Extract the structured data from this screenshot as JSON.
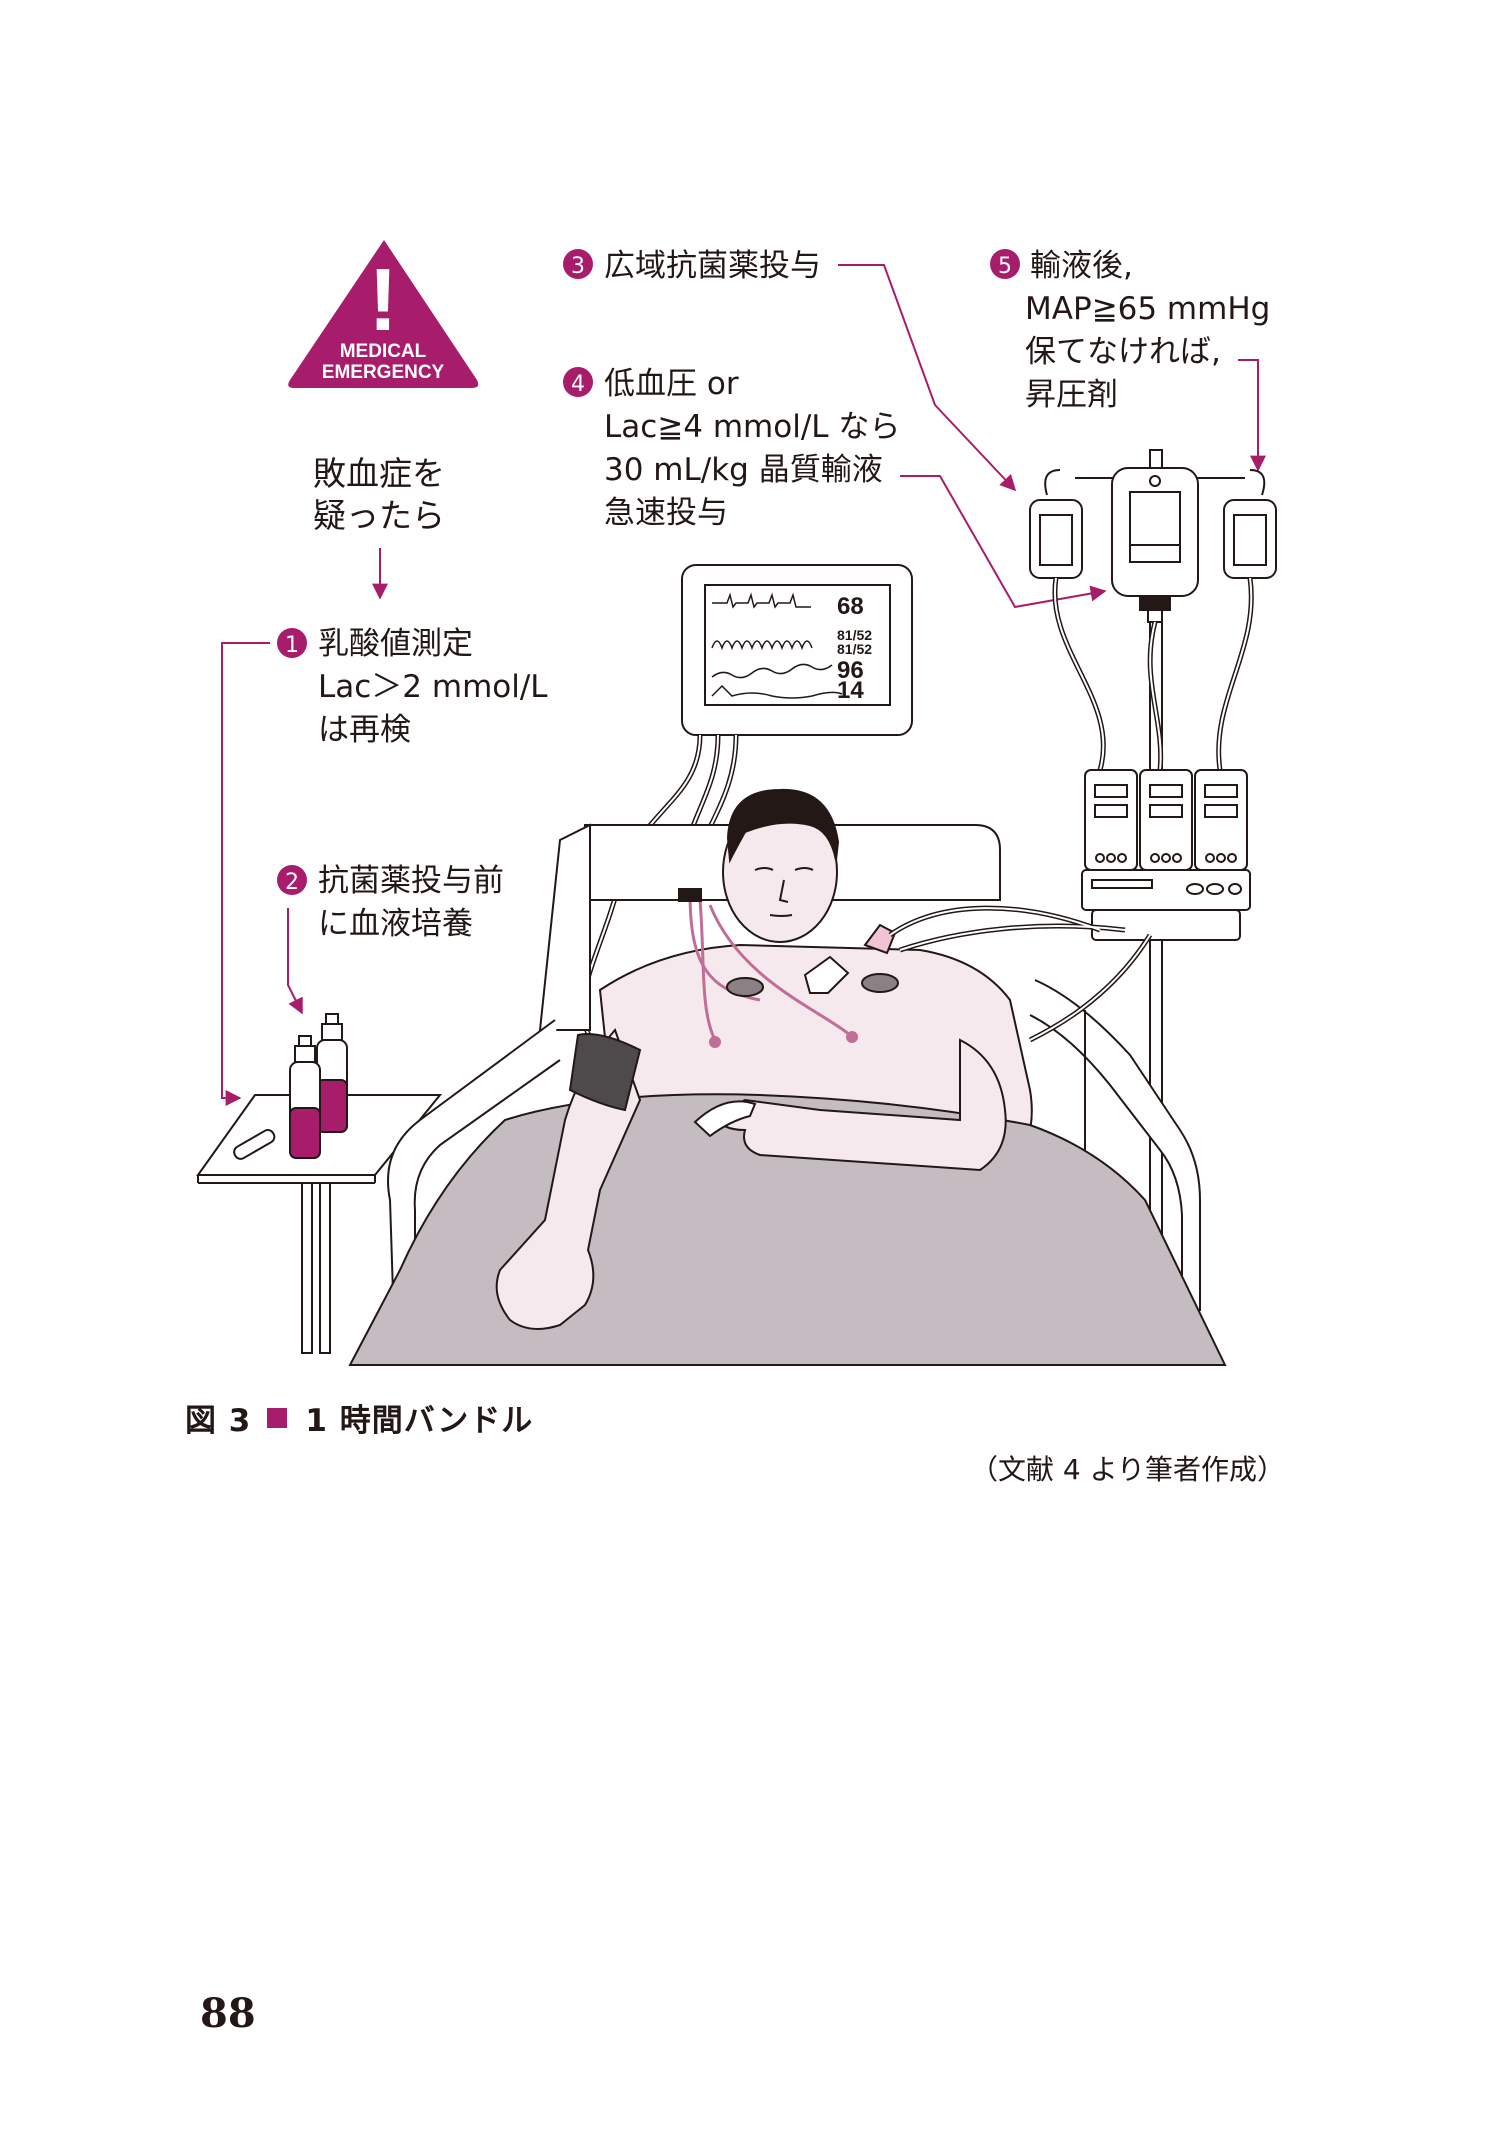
{
  "warning_sign": {
    "line1": "MEDICAL",
    "line2": "EMERGENCY",
    "symbol": "!"
  },
  "labels": {
    "suspect": [
      "敗血症を",
      "疑ったら"
    ],
    "step1": {
      "num": "1",
      "lines": [
        "乳酸値測定",
        "Lac＞2 mmol/L",
        "は再検"
      ]
    },
    "step2": {
      "num": "2",
      "lines": [
        "抗菌薬投与前",
        "に血液培養"
      ]
    },
    "step3": {
      "num": "3",
      "lines": [
        "広域抗菌薬投与"
      ]
    },
    "step4": {
      "num": "4",
      "lines": [
        "低血圧 or",
        "Lac≧4 mmol/L なら",
        "30 mL/kg 晶質輸液",
        "急速投与"
      ]
    },
    "step5": {
      "num": "5",
      "lines": [
        "輸液後,",
        "MAP≧65 mmHg",
        "保てなければ,",
        "昇圧剤"
      ]
    }
  },
  "monitor": {
    "hr": "68",
    "bp1": "81/52",
    "bp2": "81/52",
    "spo2": "96",
    "rr": "14"
  },
  "caption": {
    "fig": "図 3",
    "title": "1 時間バンドル"
  },
  "source": "（文献 4 より筆者作成）",
  "page_number": "88",
  "colors": {
    "accent": "#a81c6c",
    "ink": "#231815",
    "skin": "#f6e9ee",
    "blanket": "#c4bcc1"
  }
}
